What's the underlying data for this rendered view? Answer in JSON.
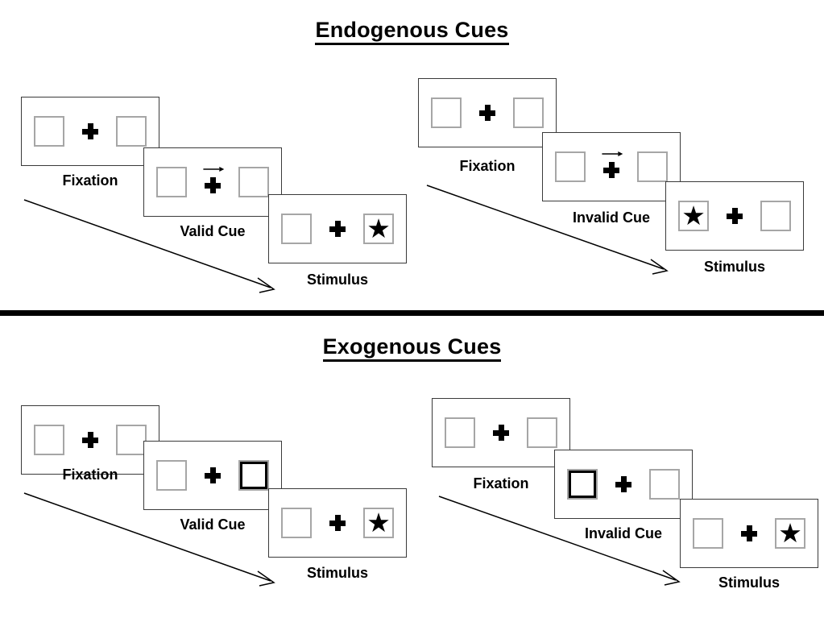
{
  "sections": [
    {
      "id": "endogenous",
      "title": "Endogenous Cues",
      "columns": [
        {
          "id": "endogenous-valid",
          "cue_type": "valid",
          "panels": [
            {
              "caption": "Fixation",
              "left_box": "empty",
              "right_box": "empty",
              "cue": "none"
            },
            {
              "caption": "Valid Cue",
              "left_box": "empty",
              "right_box": "empty",
              "cue": "arrow-right"
            },
            {
              "caption": "Stimulus",
              "left_box": "empty",
              "right_box": "star",
              "cue": "none"
            }
          ]
        },
        {
          "id": "endogenous-invalid",
          "cue_type": "invalid",
          "panels": [
            {
              "caption": "Fixation",
              "left_box": "empty",
              "right_box": "empty",
              "cue": "none"
            },
            {
              "caption": "Invalid Cue",
              "left_box": "empty",
              "right_box": "empty",
              "cue": "arrow-right"
            },
            {
              "caption": "Stimulus",
              "left_box": "star",
              "right_box": "empty",
              "cue": "none"
            }
          ]
        }
      ]
    },
    {
      "id": "exogenous",
      "title": "Exogenous Cues",
      "columns": [
        {
          "id": "exogenous-valid",
          "cue_type": "valid",
          "panels": [
            {
              "caption": "Fixation",
              "left_box": "empty",
              "right_box": "empty",
              "cue": "none"
            },
            {
              "caption": "Valid Cue",
              "left_box": "empty",
              "right_box": "cued",
              "cue": "none"
            },
            {
              "caption": "Stimulus",
              "left_box": "empty",
              "right_box": "star",
              "cue": "none"
            }
          ]
        },
        {
          "id": "exogenous-invalid",
          "cue_type": "invalid",
          "panels": [
            {
              "caption": "Fixation",
              "left_box": "empty",
              "right_box": "empty",
              "cue": "none"
            },
            {
              "caption": "Invalid Cue",
              "left_box": "cued",
              "right_box": "empty",
              "cue": "none"
            },
            {
              "caption": "Stimulus",
              "left_box": "empty",
              "right_box": "star",
              "cue": "none"
            }
          ]
        }
      ]
    }
  ],
  "glyphs": {
    "star": "★"
  },
  "colors": {
    "box_outline": "#a6a6a6",
    "panel_outline": "#3a3a3a",
    "ink": "#000000",
    "background": "#ffffff"
  }
}
